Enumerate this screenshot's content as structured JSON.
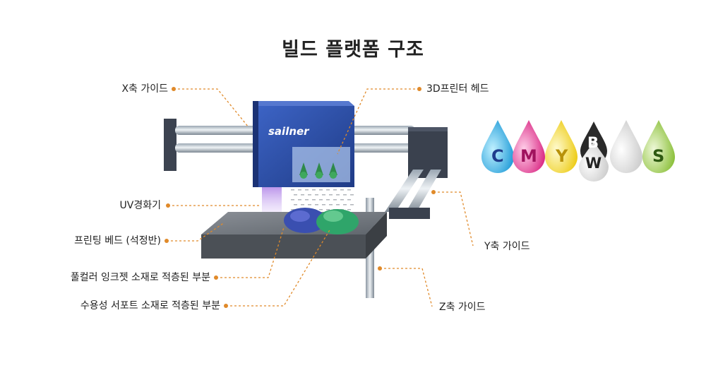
{
  "title": "빌드 플랫폼 구조",
  "logo_text": "sailner",
  "labels": {
    "x_guide": "X축 가이드",
    "printer_head": "3D프린터 헤드",
    "uv_lamp": "UV경화기",
    "print_bed": "프린팅 베드 (석정반)",
    "y_guide": "Y축 가이드",
    "full_color_part": "풀컬러 잉크젯 소재로 적층된 부분",
    "support_part": "수용성 서포트 소재로 적층된 부분",
    "z_guide": "Z축 가이드"
  },
  "inks": [
    {
      "letter": "C",
      "color": "#2aa8e0"
    },
    {
      "letter": "M",
      "color": "#e0338f"
    },
    {
      "letter": "Y",
      "color": "#f2d21a"
    },
    {
      "letter": "B",
      "letter2": "W",
      "color": "#e8e8e8"
    },
    {
      "letter": "",
      "color": "#d8d8d8"
    },
    {
      "letter": "S",
      "color": "#9ccc4a"
    }
  ],
  "colors": {
    "leader": "#e08a2a",
    "head_body": "#2b4fa8",
    "bed": "#555a60"
  }
}
